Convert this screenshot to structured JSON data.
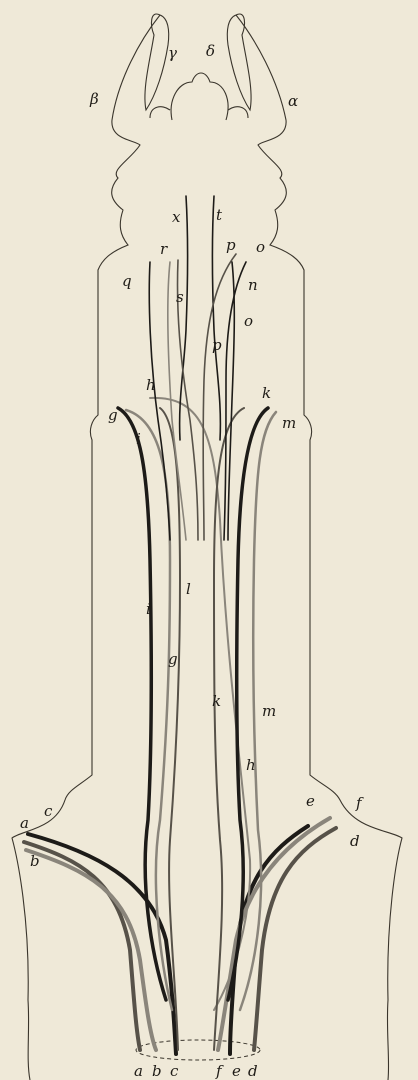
{
  "colors": {
    "paper": "#efe9d8",
    "outline": "#3a352c",
    "dark_fiber": "#1d1b18",
    "gray_fiber": "#8a857b",
    "mid_fiber": "#575249",
    "label": "#1f1c17"
  },
  "labels": {
    "alpha": "α",
    "beta": "β",
    "gamma": "γ",
    "delta": "δ",
    "x": "x",
    "t": "t",
    "r": "r",
    "p_top": "p",
    "o_top": "o",
    "q": "q",
    "s": "s",
    "n": "n",
    "o_mid": "o",
    "p_mid": "p",
    "h_top": "h",
    "k_top": "k",
    "g_top": "g",
    "m_top": "m",
    "i_top": "i",
    "i_mid": "i",
    "l": "l",
    "g_mid": "g",
    "k_mid": "k",
    "m_mid": "m",
    "h_mid": "h",
    "a_top": "a",
    "c_top": "c",
    "b_top": "b",
    "e_top": "e",
    "f_top": "f",
    "d_top": "d",
    "bottom_a": "a",
    "bottom_b": "b",
    "bottom_c": "c",
    "bottom_f": "f",
    "bottom_e": "e",
    "bottom_d": "d"
  }
}
